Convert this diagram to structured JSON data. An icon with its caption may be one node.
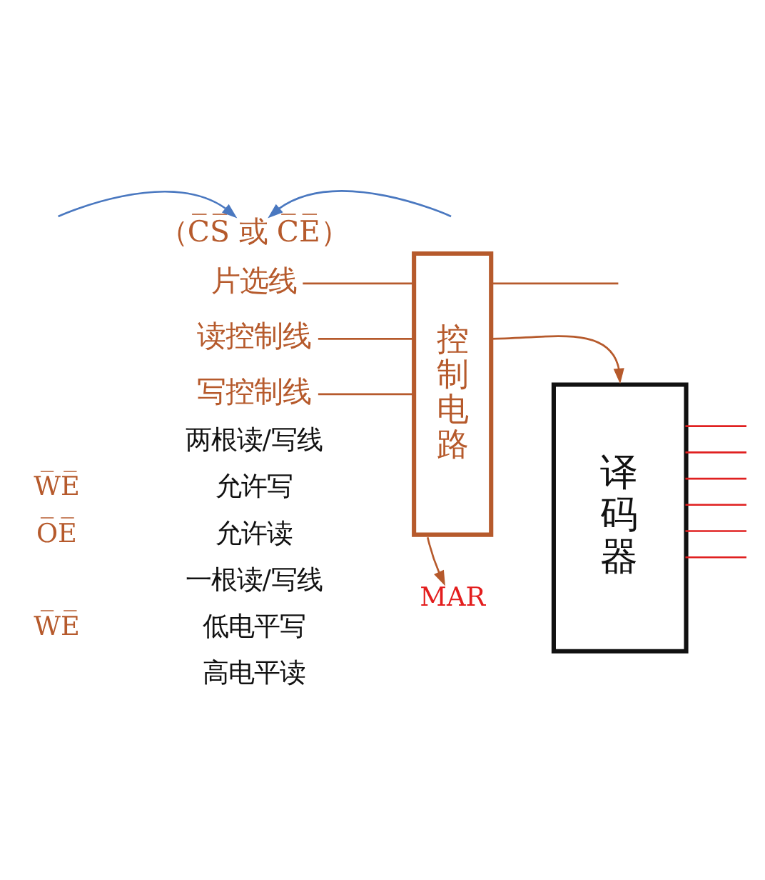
{
  "diagram": {
    "nodes": [
      {
        "text": [
          "（C̅S̅ 或 C̅E̅）"
        ]
      },
      {
        "text": [
          "片选线"
        ]
      },
      {
        "text": [
          "读控制线"
        ]
      },
      {
        "text": [
          "写控制线"
        ]
      },
      {
        "text": [
          "控制电路"
        ]
      },
      {
        "text": [
          "MAR"
        ]
      },
      {
        "text": [
          "译码器"
        ]
      }
    ],
    "edges": [
      {
        "from": null,
        "to": 0,
        "arrow": "to",
        "color": "#4a78c0"
      },
      {
        "from": null,
        "to": 0,
        "arrow": "to",
        "color": "#4a78c0"
      },
      {
        "from": 1,
        "to": 4,
        "arrow": "none"
      },
      {
        "from": 2,
        "to": 4,
        "arrow": "none"
      },
      {
        "from": 3,
        "to": 4,
        "arrow": "none"
      },
      {
        "from": 4,
        "to": null,
        "arrow": "none"
      },
      {
        "from": 4,
        "to": 6,
        "arrow": "to"
      },
      {
        "from": 4,
        "to": 5,
        "arrow": "to"
      },
      {
        "from": 6,
        "to": null,
        "arrow": "none",
        "color": "#e02020"
      },
      {
        "from": 6,
        "to": null,
        "arrow": "none",
        "color": "#e02020"
      },
      {
        "from": 6,
        "to": null,
        "arrow": "none",
        "color": "#e02020"
      },
      {
        "from": 6,
        "to": null,
        "arrow": "none",
        "color": "#e02020"
      },
      {
        "from": 6,
        "to": null,
        "arrow": "none",
        "color": "#e02020"
      },
      {
        "from": 6,
        "to": null,
        "arrow": "none",
        "color": "#e02020"
      }
    ],
    "labels": [
      "两根读/写线",
      "W̅E̅",
      "允许写",
      "O̅E̅",
      "允许读",
      "一根读/写线",
      "W̅E̅",
      "低电平写",
      "高电平读"
    ]
  }
}
